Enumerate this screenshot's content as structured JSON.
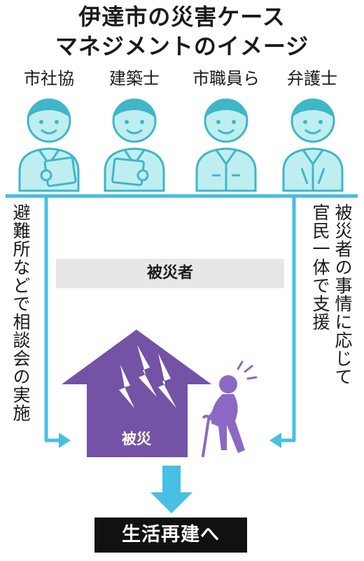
{
  "title": {
    "line1": "伊達市の災害ケース",
    "line2": "マネジメントのイメージ"
  },
  "people": [
    {
      "label": "市社協",
      "has_tablet": true
    },
    {
      "label": "建築士",
      "has_tablet": true
    },
    {
      "label": "市職員ら",
      "has_tablet": false
    },
    {
      "label": "弁護士",
      "has_tablet": false
    }
  ],
  "left_text": "避難所などで相談会の実施",
  "right_text_1": "被災者の事情に応じて",
  "right_text_2": "官民一体で支援",
  "victims_label": "被災者",
  "house_label": "被災",
  "bottom_label": "生活再建へ",
  "colors": {
    "accent": "#48bfe3",
    "person_fill": "#bfeef0",
    "person_outline": "#3fb6c9",
    "house": "#7452a6",
    "elder": "#8a68c4",
    "box_gray": "#e7e7e7",
    "bottom_box": "#111111"
  }
}
